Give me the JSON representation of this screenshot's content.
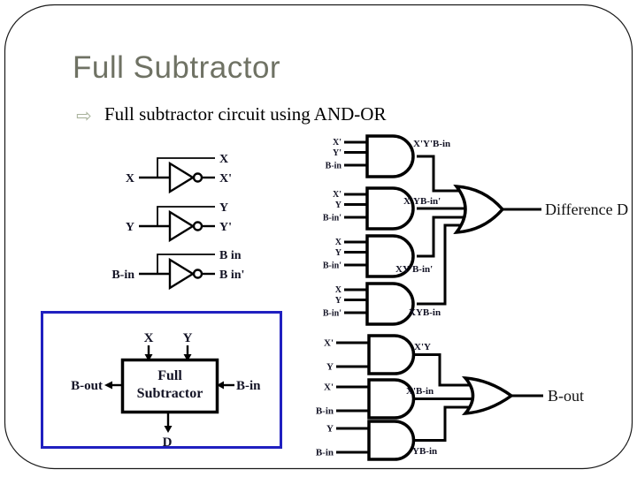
{
  "slide": {
    "title": "Full Subtractor",
    "bullet_icon": "⇨",
    "bullet_text": "Full subtractor circuit using AND-OR"
  },
  "colors": {
    "title_text": "#6f7264",
    "bullet_arrow": "#a9b39c",
    "diagram_text": "#131325",
    "blue_box_border": "#2020c0",
    "line": "#000000"
  },
  "inverters": [
    {
      "input": "X",
      "top": "X",
      "out": "X'"
    },
    {
      "input": "Y",
      "top": "Y",
      "out": "Y'"
    },
    {
      "input": "B-in",
      "top": "B in",
      "out": "B in'"
    }
  ],
  "difference_circuit": {
    "gates": [
      {
        "a": "X'",
        "b": "Y'",
        "c": "B-in",
        "label": "X'Y'B-in"
      },
      {
        "a": "X'",
        "b": "Y",
        "c": "B-in'",
        "label": "X'YB-in'"
      },
      {
        "a": "X",
        "b": "Y",
        "c": "B-in'",
        "label": "XY'B-in'"
      },
      {
        "a": "X",
        "b": "Y",
        "c": "B-in'",
        "label": "XYB-in"
      }
    ],
    "output_label": "Difference D"
  },
  "borrow_circuit": {
    "gates": [
      {
        "a": "X'",
        "b": "Y",
        "label": "X'Y"
      },
      {
        "a": "X'",
        "b": "B-in",
        "label": "X'B-in"
      },
      {
        "a": "Y",
        "b": "B-in",
        "label": "YB-in"
      }
    ],
    "output_label": "B-out"
  },
  "block_diagram": {
    "in_top_1": "X",
    "in_top_2": "Y",
    "out_left": "B-out",
    "in_right": "B-in",
    "name_line1": "Full",
    "name_line2": "Subtractor",
    "out_bottom": "D"
  }
}
